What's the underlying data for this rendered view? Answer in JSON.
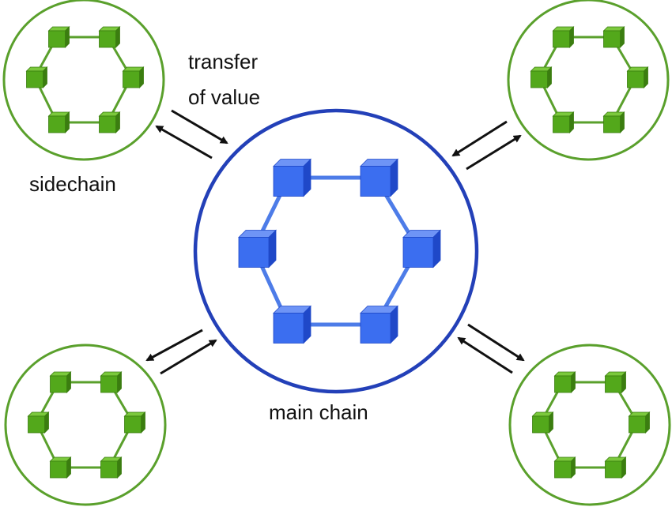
{
  "labels": {
    "transfer_line1": "transfer",
    "transfer_line2": "of value",
    "sidechain": "sidechain",
    "main_chain": "main chain"
  },
  "colors": {
    "main_ring": "#2340b8",
    "main_cube_front": "#3b6ef0",
    "main_cube_top": "#6e94f6",
    "main_cube_side": "#1f48c8",
    "main_link": "#4d7ce8",
    "side_ring": "#5aa02c",
    "side_cube_front": "#53a81b",
    "side_cube_top": "#7bc93c",
    "side_cube_side": "#3b7d10",
    "side_link": "#5aa02c",
    "arrow": "#111111"
  },
  "icons": {
    "block": "cube-icon",
    "arrow": "bidirectional-arrow-icon"
  }
}
